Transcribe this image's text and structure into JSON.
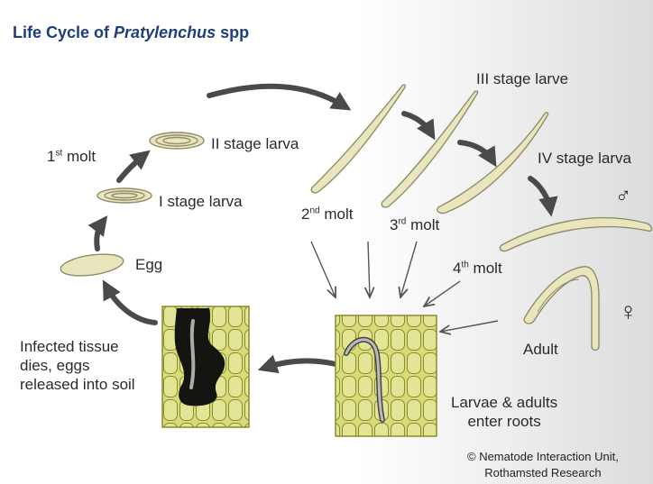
{
  "title": {
    "prefix": "Life Cycle of",
    "genus": "Pratylenchus",
    "suffix": "spp"
  },
  "labels": {
    "egg": "Egg",
    "stage1": "I stage larva",
    "stage2": "II stage larva",
    "stage3": "III stage larve",
    "stage4": "IV stage larva",
    "molt1_num": "1",
    "molt1_sup": "st",
    "molt1_word": "molt",
    "molt2_num": "2",
    "molt2_sup": "nd",
    "molt2_word": "molt",
    "molt3_num": "3",
    "molt3_sup": "rd",
    "molt3_word": "molt",
    "molt4_num": "4",
    "molt4_sup": "th",
    "molt4_word": "molt",
    "adult": "Adult",
    "male_symbol": "♂",
    "female_symbol": "♀",
    "enter_roots": "Larvae & adults\nenter roots",
    "infected": "Infected tissue\ndies, eggs\nreleased into soil"
  },
  "credit": "© Nematode Interaction Unit,\nRothamsted Research",
  "colors": {
    "title": "#1f3e7a",
    "worm_fill": "#e9e6bd",
    "worm_stroke": "#8f8d6a",
    "root_fill": "#d6d877",
    "root_stroke": "#8b8c2a",
    "arrow_dark": "#4a4a4a",
    "arrow_thin": "#555555"
  }
}
